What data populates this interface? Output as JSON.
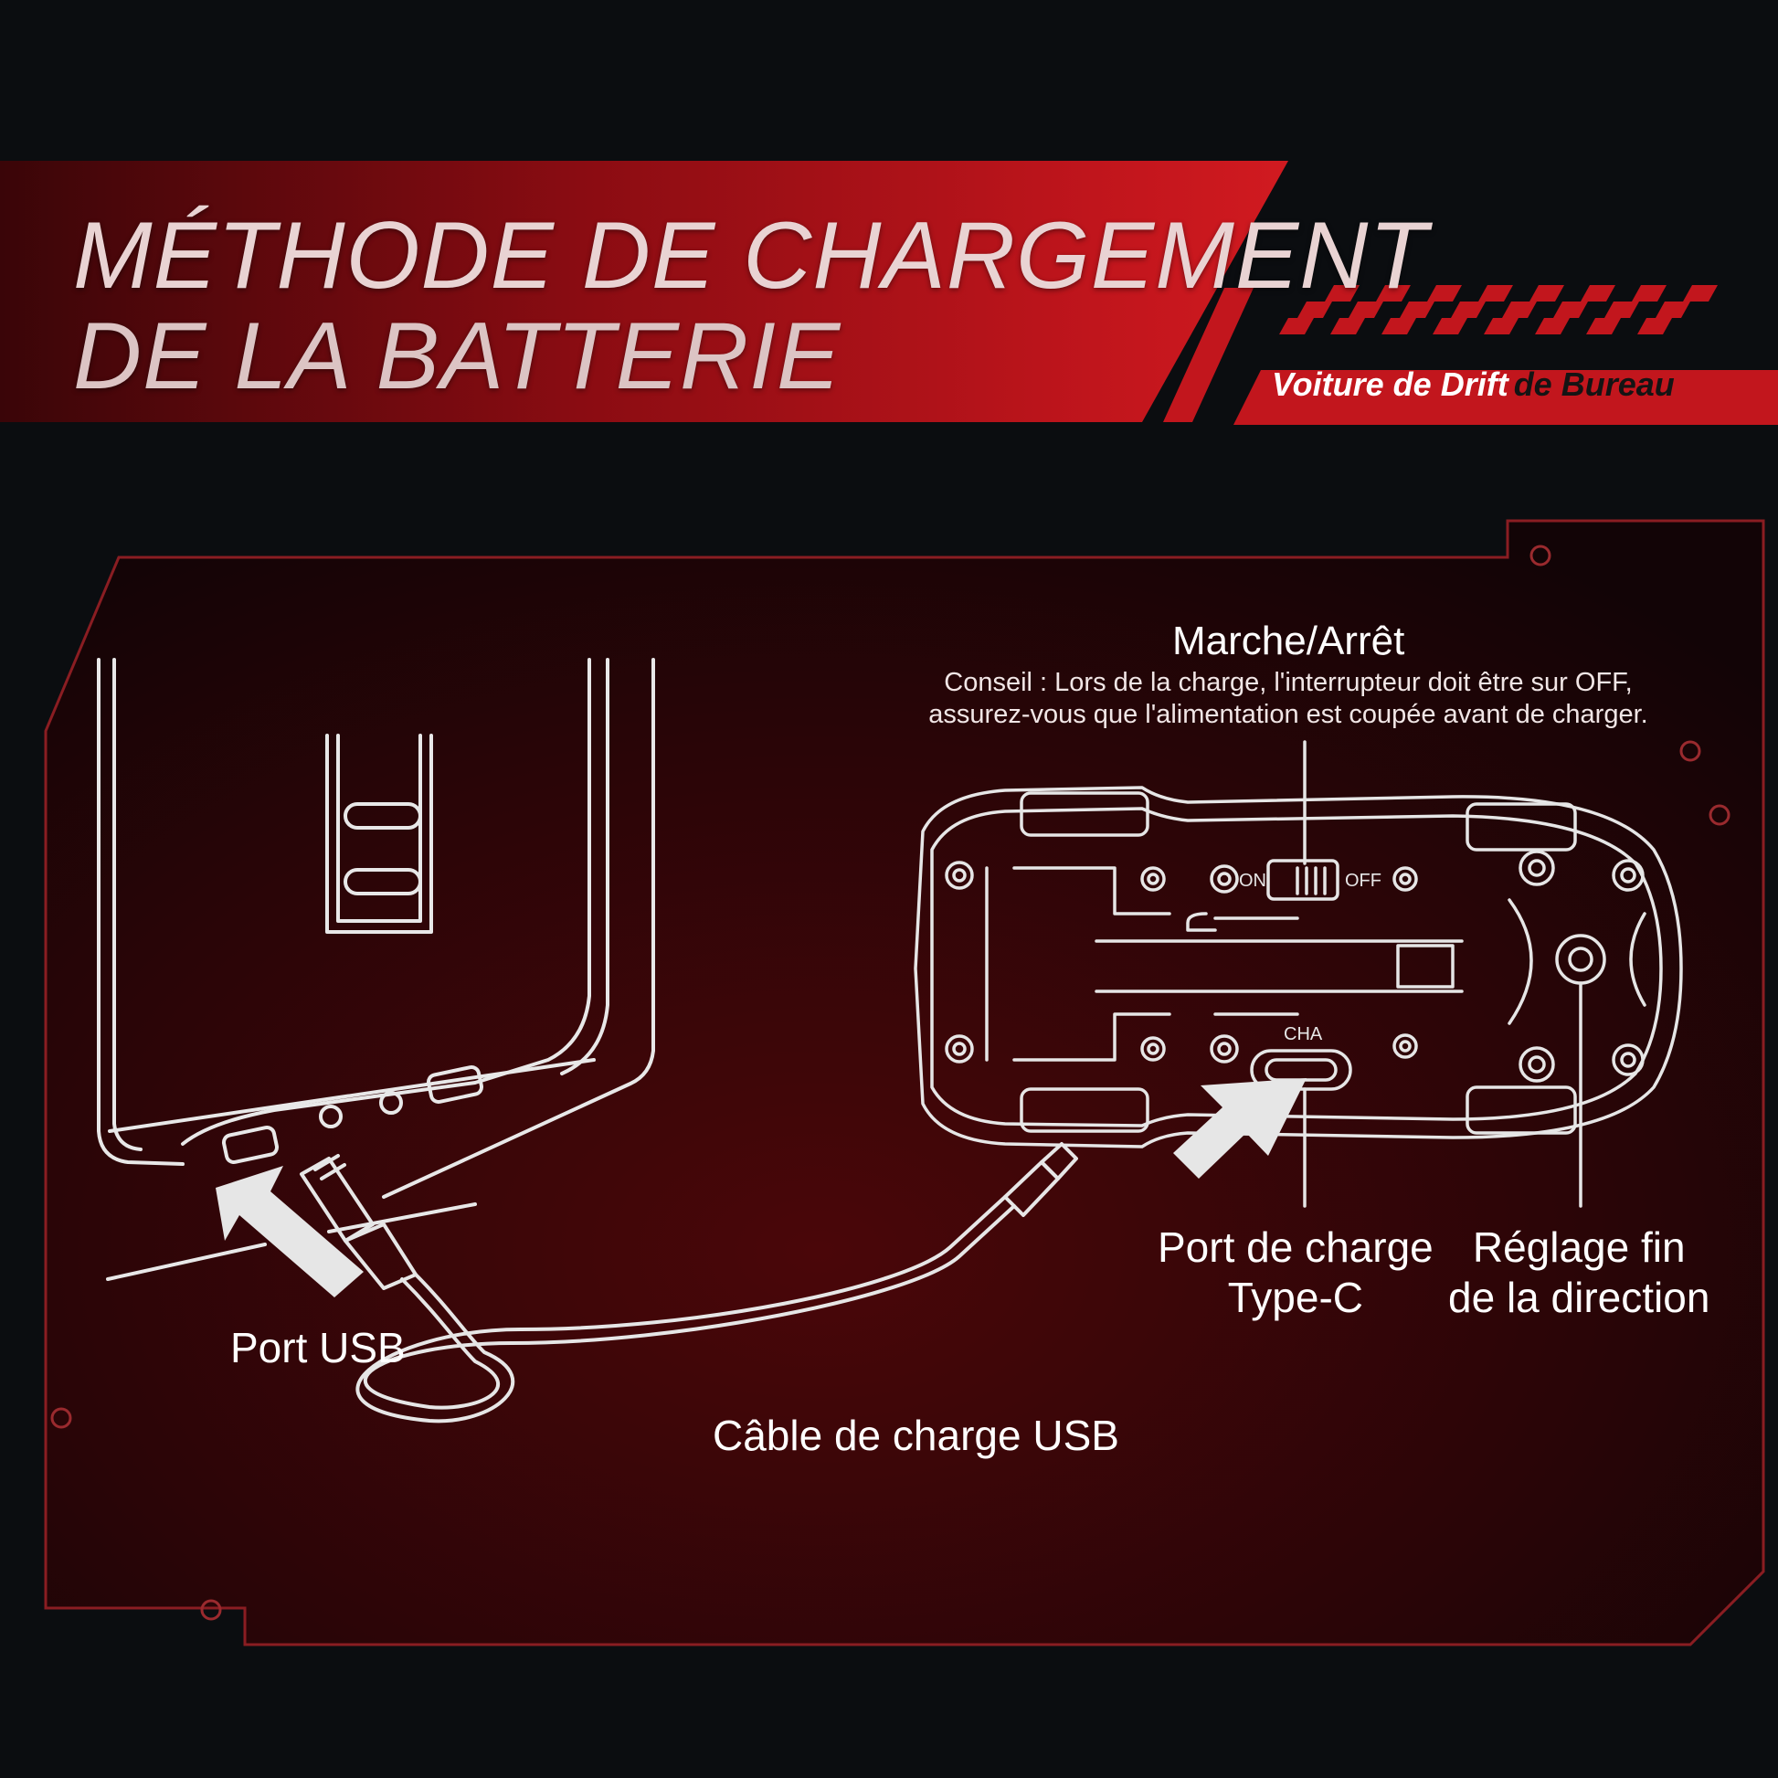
{
  "banner": {
    "title_line1": "MÉTHODE DE CHARGEMENT",
    "title_line2": "DE LA BATTERIE",
    "tagline_part1": "Voiture de Drift",
    "tagline_part2": "de Bureau",
    "colors": {
      "red": "#b3141b",
      "dark_red": "#5a0a0e",
      "background": "#0b0d10"
    }
  },
  "diagram": {
    "switch_title": "Marche/Arrêt",
    "tip_line1": "Conseil : Lors de la charge, l'interrupteur doit être sur OFF,",
    "tip_line2": "assurez-vous que l'alimentation est coupée avant de charger.",
    "switch_on": "ON",
    "switch_off": "OFF",
    "port_marking": "CHA",
    "typec_line1": "Port de charge",
    "typec_line2": "Type-C",
    "trim_line1": "Réglage fin",
    "trim_line2": "de la direction",
    "usb_port": "Port USB",
    "cable": "Câble de charge USB",
    "icons": [
      "laptop-outline",
      "car-chassis-outline",
      "usb-cable",
      "arrow-icon"
    ]
  }
}
